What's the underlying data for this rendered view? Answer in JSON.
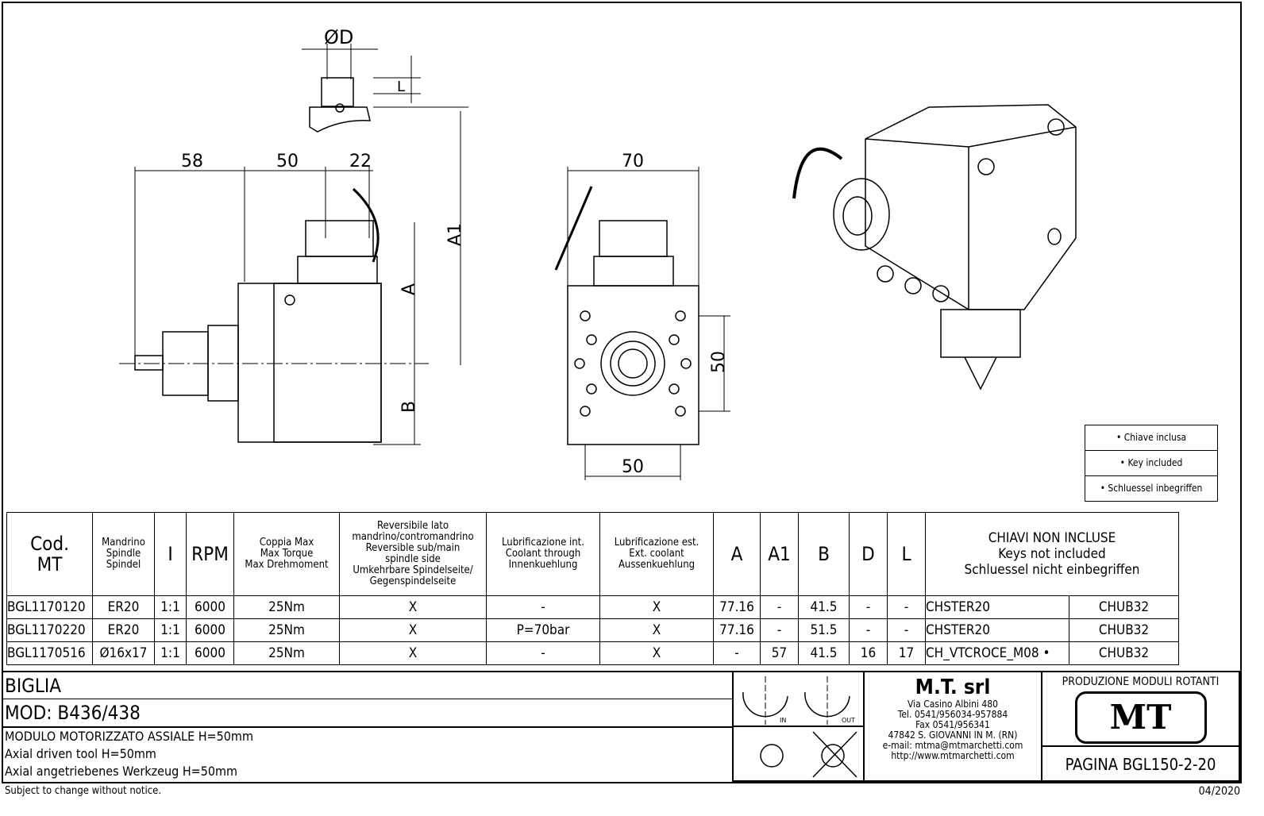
{
  "drawing": {
    "dims": {
      "diameter_d": "ØD",
      "l": "L",
      "w58": "58",
      "w50": "50",
      "w22": "22",
      "a1": "A1",
      "a": "A",
      "b": "B",
      "w70": "70",
      "h50": "50",
      "w50_bottom": "50"
    }
  },
  "key_box": [
    "• Chiave inclusa",
    "• Key included",
    "• Schluessel inbegriffen"
  ],
  "table": {
    "headers": {
      "code": "Cod.\nMT",
      "spindle": "Mandrino\nSpindle\nSpindel",
      "ratio": "I",
      "rpm": "RPM",
      "torque": "Coppia Max\nMax Torque\nMax Drehmoment",
      "reversible": "Reversibile lato\nmandrino/contromandrino\nReversible sub/main\nspindle side\nUmkehrbare Spindelseite/\nGegenspindelseite",
      "coolant_int": "Lubrificazione int.\nCoolant through\nInnenkuehlung",
      "coolant_ext": "Lubrificazione est.\nExt. coolant\nAussenkuehlung",
      "a": "A",
      "a1": "A1",
      "b": "B",
      "d": "D",
      "l": "L",
      "keys": "CHIAVI NON INCLUSE\nKeys not included\nSchluessel nicht einbegriffen"
    },
    "rows": [
      [
        "BGL1170120",
        "ER20",
        "1:1",
        "6000",
        "25Nm",
        "X",
        "-",
        "X",
        "77.16",
        "-",
        "41.5",
        "-",
        "-",
        "CHSTER20",
        "CHUB32"
      ],
      [
        "BGL1170220",
        "ER20",
        "1:1",
        "6000",
        "25Nm",
        "X",
        "P=70bar",
        "X",
        "77.16",
        "-",
        "51.5",
        "-",
        "-",
        "CHSTER20",
        "CHUB32"
      ],
      [
        "BGL1170516",
        "Ø16x17",
        "1:1",
        "6000",
        "25Nm",
        "X",
        "-",
        "X",
        "-",
        "57",
        "41.5",
        "16",
        "17",
        "CH_VTCROCE_M08 •",
        "CHUB32"
      ]
    ]
  },
  "title_block": {
    "brand": "BIGLIA",
    "model": "MOD: B436/438",
    "desc_it": "MODULO MOTORIZZATO ASSIALE H=50mm",
    "desc_en": "Axial driven tool H=50mm",
    "desc_de": "Axial angetriebenes Werkzeug H=50mm",
    "rotation_in": "IN",
    "rotation_out": "OUT",
    "company": "M.T. srl",
    "address": [
      "Via Casino Albini 480",
      "Tel. 0541/956034-957884",
      "Fax 0541/956341",
      "47842 S. GIOVANNI IN M. (RN)",
      "e-mail: mtma@mtmarchetti.com",
      "http://www.mtmarchetti.com"
    ],
    "production": "PRODUZIONE MODULI ROTANTI",
    "logo": "MT",
    "page": "PAGINA BGL150-2-20"
  },
  "footer": {
    "notice": "Subject to change without notice.",
    "date": "04/2020"
  }
}
